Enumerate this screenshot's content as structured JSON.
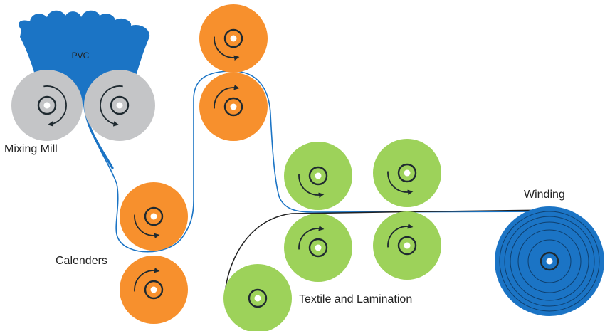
{
  "labels": {
    "hopper": "PVC",
    "mixing_mill": "Mixing Mill",
    "calenders": "Calenders",
    "textile_lamination": "Textile and Lamination",
    "winding": "Winding"
  },
  "colors": {
    "pvc_blue": "#1b74c5",
    "mill_gray": "#c4c5c7",
    "calender_orange": "#f7902d",
    "textile_green": "#9dd25a",
    "winding_blue": "#1b74c5",
    "stroke_dark": "#1f2a30",
    "textile_line": "#222222"
  },
  "rollers": [
    {
      "stage": "mixing-mill",
      "rotation": "clockwise"
    },
    {
      "stage": "mixing-mill",
      "rotation": "counterclockwise"
    },
    {
      "stage": "calender",
      "rotation": "clockwise"
    },
    {
      "stage": "calender",
      "rotation": "counterclockwise"
    },
    {
      "stage": "calender",
      "rotation": "clockwise"
    },
    {
      "stage": "calender",
      "rotation": "counterclockwise"
    },
    {
      "stage": "textile-lamination",
      "rotation": "counterclockwise"
    },
    {
      "stage": "textile-lamination",
      "rotation": "counterclockwise"
    },
    {
      "stage": "textile-lamination",
      "rotation": "clockwise"
    },
    {
      "stage": "textile-lamination",
      "rotation": "clockwise"
    },
    {
      "stage": "textile-lamination",
      "rotation": "none"
    },
    {
      "stage": "winding",
      "rotation": "none"
    }
  ]
}
